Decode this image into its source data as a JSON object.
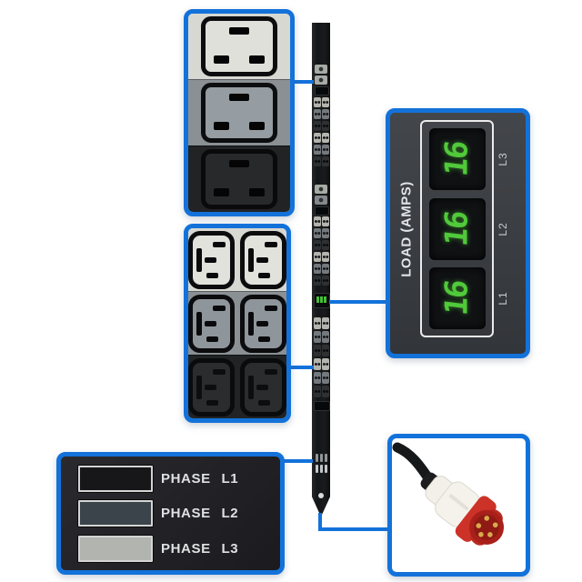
{
  "colors": {
    "accent_blue": "#1372da",
    "led_green": "#50c93a",
    "phase_l1_swatch": "#17171a",
    "phase_l2_swatch": "#3a444a",
    "phase_l3_swatch": "#b2b4b0"
  },
  "meter": {
    "title": "LOAD (AMPS)",
    "channels": [
      {
        "label": "L3",
        "value": "16"
      },
      {
        "label": "L2",
        "value": "16"
      },
      {
        "label": "L1",
        "value": "16"
      }
    ]
  },
  "legend": {
    "items": [
      {
        "label": "PHASE L1",
        "color": "#17171a"
      },
      {
        "label": "PHASE L2",
        "color": "#3a444a"
      },
      {
        "label": "PHASE L3",
        "color": "#b2b4b0"
      }
    ]
  }
}
